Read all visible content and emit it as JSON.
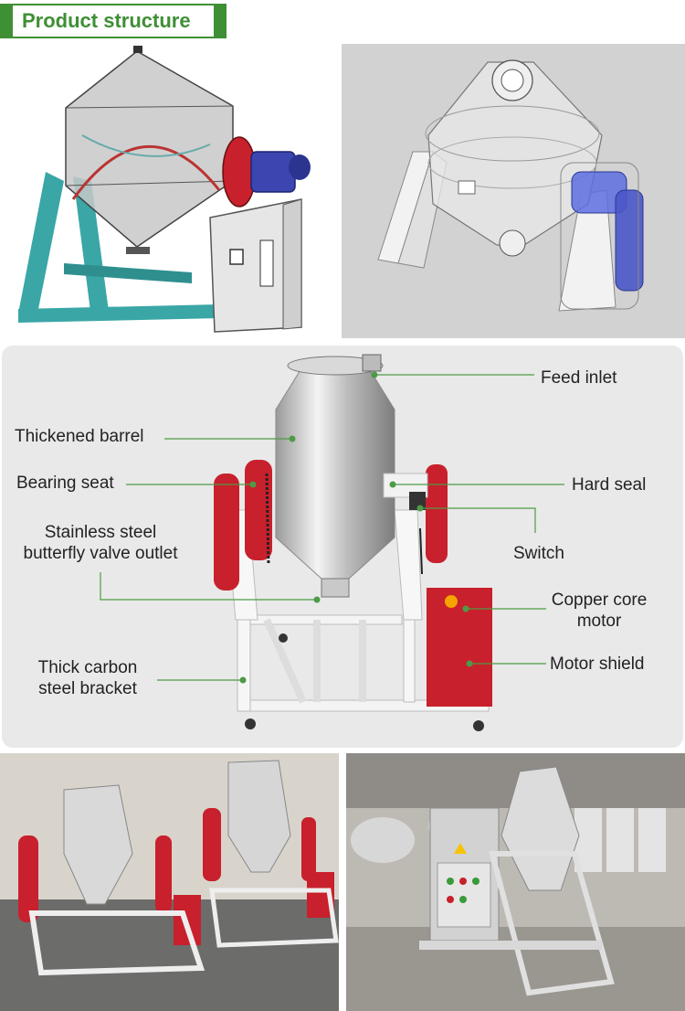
{
  "header": {
    "title": "Product structure"
  },
  "labels": {
    "feed_inlet": "Feed inlet",
    "thickened_barrel": "Thickened barrel",
    "bearing_seat": "Bearing seat",
    "hard_seal": "Hard seal",
    "valve_line1": "Stainless steel",
    "valve_line2": "butterfly valve outlet",
    "switch": "Switch",
    "motor_line1": "Copper core",
    "motor_line2": "motor",
    "bracket_line1": "Thick carbon",
    "bracket_line2": "steel bracket",
    "motor_shield": "Motor shield"
  },
  "colors": {
    "accent_green": "#3f8f35",
    "machine_red": "#c8202c",
    "frame_teal": "#3aa6a6",
    "panel_bg": "#e9e9e9"
  }
}
